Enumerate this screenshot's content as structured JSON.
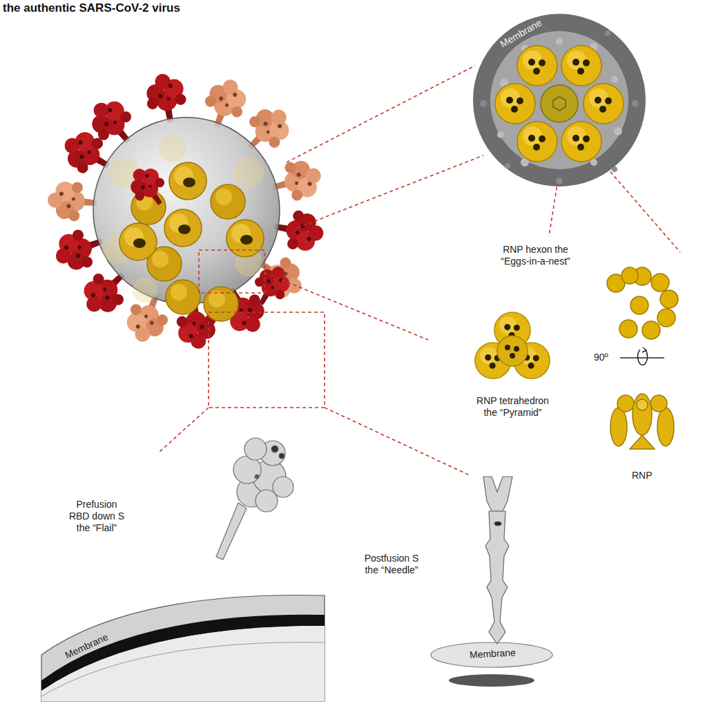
{
  "diagram": {
    "title": "the authentic SARS-CoV-2 virus",
    "labels": [
      "Membrane",
      "RNP hexon the “Eggs-in-a-nest”",
      "90º",
      "RNP tetrahedron the “Pyramid”",
      "RNP",
      "Prefusion RBD down S the “Flail”",
      "Membrane",
      "Postfusion S the “Needle”",
      "Membrane"
    ]
  }
}
